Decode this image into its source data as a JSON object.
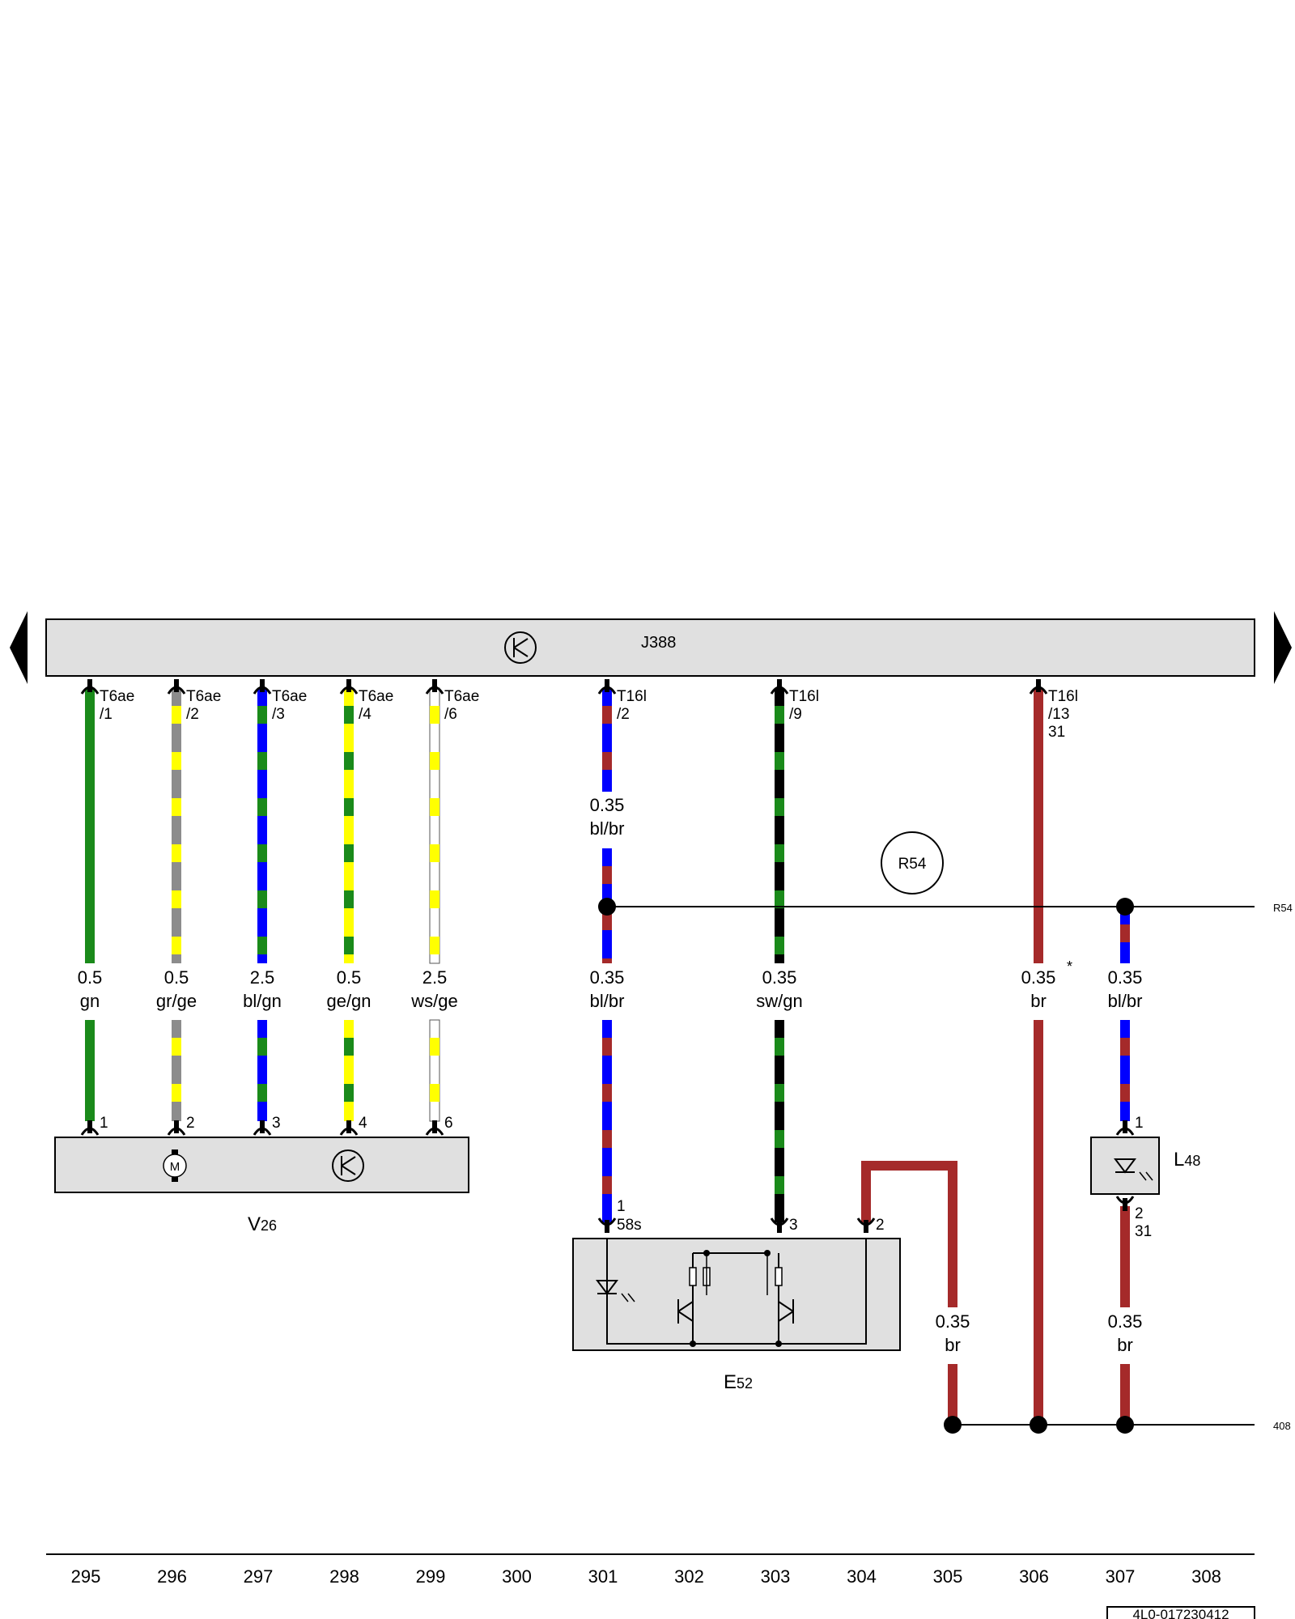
{
  "control_unit": {
    "label": "J388"
  },
  "connectors": [
    {
      "pin": "T6ae",
      "sub": "/1",
      "extra": ""
    },
    {
      "pin": "T6ae",
      "sub": "/2",
      "extra": ""
    },
    {
      "pin": "T6ae",
      "sub": "/3",
      "extra": ""
    },
    {
      "pin": "T6ae",
      "sub": "/4",
      "extra": ""
    },
    {
      "pin": "T6ae",
      "sub": "/6",
      "extra": ""
    },
    {
      "pin": "T16l",
      "sub": "/2",
      "extra": ""
    },
    {
      "pin": "T16l",
      "sub": "/9",
      "extra": ""
    },
    {
      "pin": "T16l",
      "sub": "/13",
      "extra": "31"
    }
  ],
  "wires": [
    {
      "size": "0.5",
      "color": "gn",
      "colors": [
        "#1a8a1a"
      ]
    },
    {
      "size": "0.5",
      "color": "gr/ge",
      "colors": [
        "#8c8c8c",
        "#ffff00"
      ]
    },
    {
      "size": "2.5",
      "color": "bl/gn",
      "colors": [
        "#0000ff",
        "#1a8a1a"
      ]
    },
    {
      "size": "0.5",
      "color": "ge/gn",
      "colors": [
        "#ffff00",
        "#1a8a1a"
      ]
    },
    {
      "size": "2.5",
      "color": "ws/ge",
      "colors": [
        "#ffffff",
        "#ffff00"
      ]
    },
    {
      "size": "0.35",
      "color": "bl/br",
      "colors": [
        "#0000ff",
        "#a52a2a"
      ]
    },
    {
      "size": "0.35",
      "color": "sw/gn",
      "colors": [
        "#000000",
        "#1a8a1a"
      ]
    },
    {
      "size": "0.35",
      "color": "br",
      "colors": [
        "#a52a2a"
      ],
      "note": "*"
    },
    {
      "size": "0.35",
      "color": "bl/br",
      "colors": [
        "#0000ff",
        "#a52a2a"
      ]
    },
    {
      "size": "0.35",
      "color": "br",
      "colors": [
        "#a52a2a"
      ]
    },
    {
      "size": "0.35",
      "color": "br",
      "colors": [
        "#a52a2a"
      ]
    }
  ],
  "upper_wire_label": {
    "size": "0.35",
    "color": "bl/br"
  },
  "v26": {
    "label": "V",
    "sub": "26",
    "pins": [
      "1",
      "2",
      "3",
      "4",
      "6"
    ],
    "motor": "M"
  },
  "e52": {
    "label": "E",
    "sub": "52",
    "pins": [
      "1",
      "58s",
      "3",
      "2"
    ]
  },
  "l48": {
    "label": "L",
    "sub": "48",
    "pins": [
      "1",
      "2",
      "31"
    ]
  },
  "r54": {
    "circle": "R54",
    "edge": "R54"
  },
  "ground_ref": "408",
  "columns": [
    "295",
    "296",
    "297",
    "298",
    "299",
    "300",
    "301",
    "302",
    "303",
    "304",
    "305",
    "306",
    "307",
    "308"
  ],
  "doc_id": "4L0-017230412"
}
